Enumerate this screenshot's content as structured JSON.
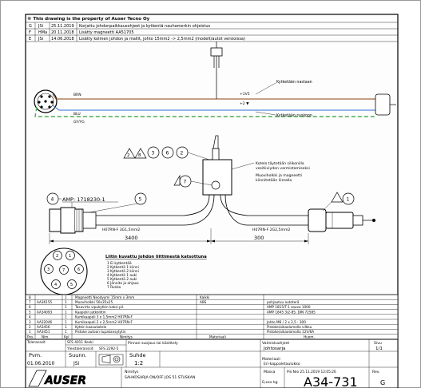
{
  "notice": "© This drawing is the property of Auser Tecno Oy",
  "revisions": [
    {
      "rev": "G",
      "by": "JSi",
      "date": "25.11.2019",
      "text": "Korjattu johdonpaikkausohjeet ja kytkentä nauhamerkin ohjeistus"
    },
    {
      "rev": "F",
      "by": "HMa",
      "date": "20.11.2018",
      "text": "Lisätty magneetti AA51705"
    },
    {
      "rev": "E",
      "by": "JSi",
      "date": "14.06.2018",
      "text": "Lisätty kolmen johdon ja mallit, johto 15mm2 -> 2,5mm2 (modelt/autot versioissa)"
    }
  ],
  "schematic": {
    "wire_blue": "BLU",
    "wire_yellow_green": "GY/YG",
    "wire_brown": "BRN",
    "label_plus": "+1V5",
    "label_minus": "+2 ▼",
    "note_positive": "Kytketään nastaan",
    "note_ground": "Kytketään runkoon"
  },
  "assembly": {
    "balloons_top": [
      "2",
      "8",
      "3",
      "6",
      "2"
    ],
    "balloon_7": "7",
    "balloon_4": "4",
    "balloon_5": "5",
    "balloon_1": "1",
    "amp_label": "AMP: 1718230-1",
    "switch_note_1": "Kotelo täytetään silikonilla",
    "switch_note_2": "vesitiiviyden varmistamiseksi",
    "switch_note_3": "Muoviholkki ja magneetti",
    "switch_note_4": "kiinnitetään liimalla",
    "cable_left_label": "H07RN-F 3G1,5mm2",
    "cable_right_label": "H07RN-F 2G2,5mm2",
    "dim_left": "3400",
    "dim_right": "300"
  },
  "pinout_legend": [
    "Liitin kuvattu johdon liittimestä katsottuna",
    "1  Ei kytkentää",
    "2  Kytkentä 1 kiinni",
    "3  Kytkentä 2 kiinni",
    "4  Kytkentä 1 auki",
    "5  Kytkentä 2 auki",
    "6  Jännite ja ohjaus",
    "7  Runko"
  ],
  "parts": [
    {
      "pos": "8",
      "code": "",
      "qty": "1",
      "name": "Magneetti Neodyymi 15mm x 3mm",
      "material": "Kaikki",
      "note": ""
    },
    {
      "pos": "7",
      "code": "AA36155",
      "qty": "1",
      "name": "Muoviholkki 50x35x25",
      "material": "ABS",
      "note": "pohjautuu autoterä"
    },
    {
      "pos": "6",
      "code": "",
      "qty": "1",
      "name": "Tasavirta vipukytkin kaksi pil.",
      "material": "",
      "note": "AMP 1815/T-1 sauva 1000"
    },
    {
      "pos": "5",
      "code": "AA34093",
      "qty": "1",
      "name": "Kaapelin jatkoliitin",
      "material": "",
      "note": "AMP 1845 3/2-85, DIN 72585"
    },
    {
      "pos": "4",
      "code": "",
      "qty": "1",
      "name": "Kumikaapeli 3 x 1,5mm2 H07RN-F",
      "material": "",
      "note": ""
    },
    {
      "pos": "3",
      "code": "AA32046",
      "qty": "1",
      "name": "Kumikaapeli 2 x 2,5mm2 H07RN-F",
      "material": "",
      "note": "Johto M6 / 2 x 2,5 : 300"
    },
    {
      "pos": "2",
      "code": "AA3456",
      "qty": "1",
      "name": "Kytkin kaasukotelo",
      "material": "",
      "note": "Pistoke/aikaolomolla vilkku"
    },
    {
      "pos": "1",
      "code": "AA3451",
      "qty": "1",
      "name": "Pistoke autoon tupakansytytin",
      "material": "",
      "note": "Pistoke/aikaolomolla 12V/6A"
    }
  ],
  "parts_header": [
    "Pos.",
    "Nim.",
    "Kpl",
    "Nimitys",
    "Materiaali",
    "Huom."
  ],
  "title_block": {
    "tolerance_label": "Toleranssit",
    "tolerance_value": "SFS 4011 Keski",
    "surface_label": "Pinnan suojaus tai käsittely",
    "approved_label": "Valmistuohjeet",
    "approved_value": "Johtosarja",
    "sheet_label": "Sivu",
    "sheet_value": "1/1",
    "general_label": "Yleistoleranssit",
    "general_value": "SFS 2292-5",
    "material_label": "Materiaali",
    "material_value": "Eri-kappaletaulukko",
    "date_label": "Pvm.",
    "date_value": "01.06.2010",
    "drawn_label": "Suunn.",
    "drawn_value": "JSi",
    "scale_label": "Suhde",
    "scale_value": "1:2",
    "description_label": "Nimitys",
    "description_value": "SAHKOSARJA ON/OFF JOS 51 STUSKAN",
    "weight_label": "Massa",
    "weight_value": "0,xxx kg",
    "file_label": "Piir.Nro 25.11.2019 12:05:26",
    "drawing_number": "A34-731",
    "rev_label": "Rev.",
    "rev_value": "G",
    "company": "AUSER"
  }
}
